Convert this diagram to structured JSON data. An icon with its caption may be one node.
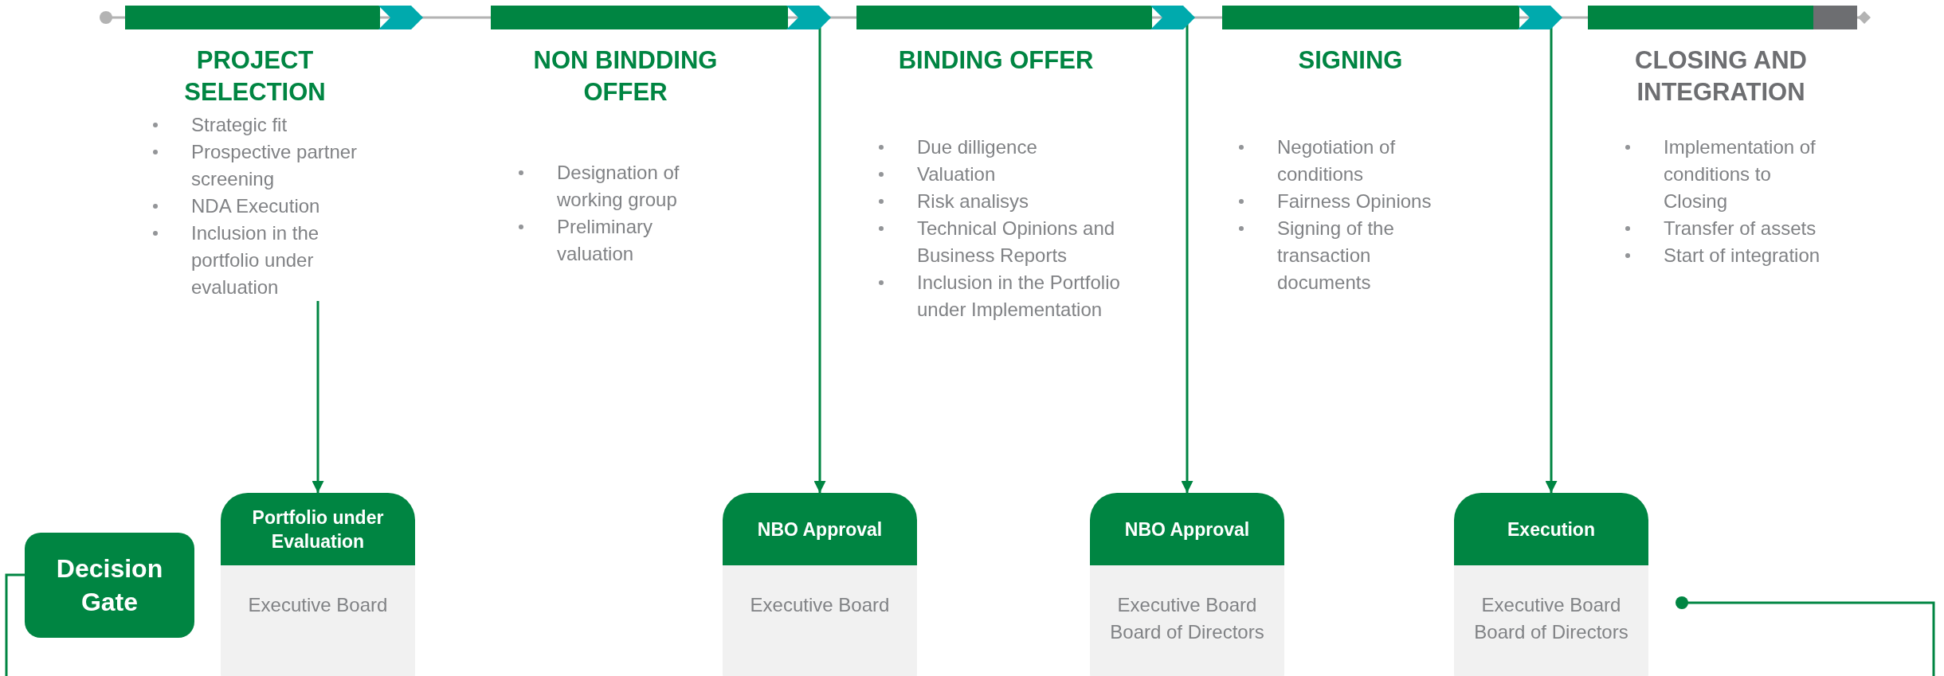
{
  "diagram": {
    "nodes": [
      {
        "text": [],
        "shape": "bar"
      },
      {
        "text": [
          "PROJECT SELECTION",
          "Strategic fit",
          "Prospective partner screening",
          "NDA Execution",
          "Inclusion in the portfolio under evaluation"
        ]
      },
      {
        "text": [
          "NON BINDDING OFFER",
          "Designation of working group",
          "Preliminary valuation"
        ]
      },
      {
        "text": [
          "BINDING OFFER",
          "Due dilligence",
          "Valuation",
          "Risk analisys",
          "Technical Opinions and Business Reports",
          "Inclusion in the Portfolio under Implementation"
        ]
      },
      {
        "text": [
          "SIGNING",
          "Negotiation of conditions",
          "Fairness Opinions",
          "Signing of the transaction documents"
        ]
      },
      {
        "text": [
          "CLOSING AND INTEGRATION",
          "Implementation of conditions to Closing",
          "Transfer of assets",
          "Start of integration"
        ]
      },
      {
        "text": [
          "Decision Gate"
        ]
      },
      {
        "text": [
          "Portfolio under Evaluation",
          "Executive Board"
        ]
      },
      {
        "text": [
          "NBO Approval",
          "Executive Board"
        ]
      },
      {
        "text": [
          "NBO Approval",
          "Executive Board Board of Directors"
        ]
      },
      {
        "text": [
          "Execution",
          "Executive Board Board of Directors"
        ]
      }
    ],
    "edges": [
      {
        "from": 1,
        "to": 7,
        "arrow": "to"
      },
      {
        "from": 0,
        "to": 8,
        "arrow": "to"
      },
      {
        "from": 0,
        "to": 9,
        "arrow": "to"
      },
      {
        "from": 0,
        "to": 10,
        "arrow": "to"
      }
    ]
  }
}
